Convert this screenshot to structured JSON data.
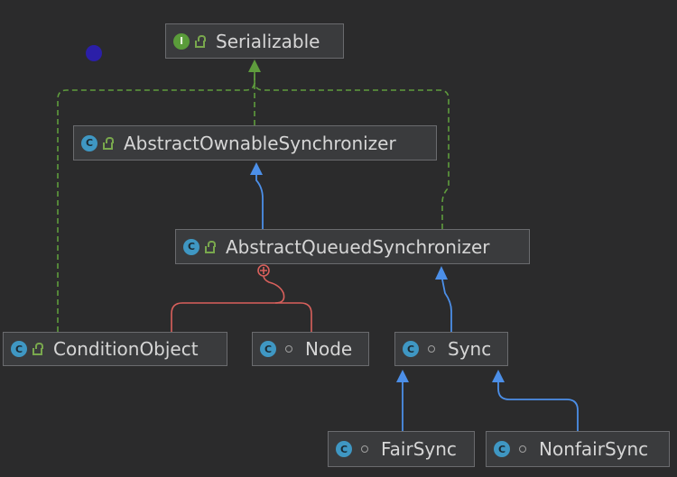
{
  "nodes": {
    "serializable": {
      "label": "Serializable",
      "kind": "interface",
      "icon_letter": "I"
    },
    "abstract_ownable": {
      "label": "AbstractOwnableSynchronizer",
      "kind": "class",
      "icon_letter": "C"
    },
    "abstract_queued": {
      "label": "AbstractQueuedSynchronizer",
      "kind": "class",
      "icon_letter": "C"
    },
    "condition_object": {
      "label": "ConditionObject",
      "kind": "class",
      "icon_letter": "C"
    },
    "node": {
      "label": "Node",
      "kind": "class",
      "icon_letter": "C"
    },
    "sync": {
      "label": "Sync",
      "kind": "class",
      "icon_letter": "C"
    },
    "fair_sync": {
      "label": "FairSync",
      "kind": "class",
      "icon_letter": "C"
    },
    "nonfair_sync": {
      "label": "NonfairSync",
      "kind": "class",
      "icon_letter": "C"
    }
  },
  "colors": {
    "implements": "#5f9c3d",
    "extends": "#4c8fe8",
    "inner": "#d9605c",
    "background": "#2b2b2c"
  }
}
